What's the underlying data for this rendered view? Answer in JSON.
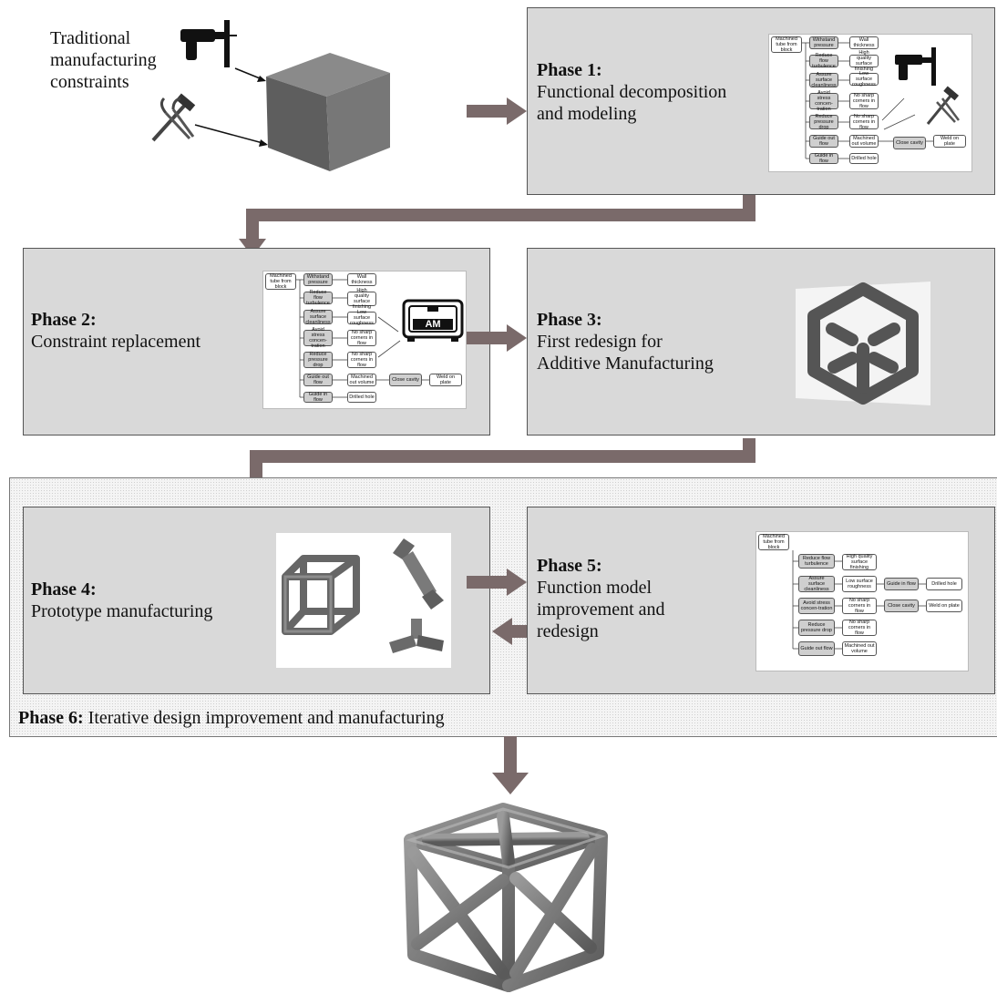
{
  "traditional": {
    "label_line1": "Traditional",
    "label_line2": "manufacturing",
    "label_line3": "constraints"
  },
  "phase1": {
    "title": "Phase 1:",
    "line1": "Functional decomposition",
    "line2": "and modeling"
  },
  "phase2": {
    "title": "Phase 2:",
    "line1": "Constraint replacement"
  },
  "phase3": {
    "title": "Phase 3:",
    "line1": "First redesign for",
    "line2": "Additive Manufacturing"
  },
  "phase4": {
    "title": "Phase 4:",
    "line1": "Prototype manufacturing"
  },
  "phase5": {
    "title": "Phase 5:",
    "line1": "Function model",
    "line2": "improvement and",
    "line3": "redesign"
  },
  "phase6": {
    "title": "Phase 6:",
    "text": " Iterative design improvement and manufacturing"
  },
  "am_badge": "AM",
  "function_model_a": {
    "root": "Machined tube from block",
    "rows": [
      [
        "Withstand pressure",
        "Wall thickness"
      ],
      [
        "Reduce flow turbulence",
        "High quality surface finishing"
      ],
      [
        "Assure surface cleanliness",
        "Low surface roughness"
      ],
      [
        "Avoid stress concen-tration",
        "No sharp corners in flow"
      ],
      [
        "Reduce pressure drop",
        "No sharp corners in flow"
      ],
      [
        "Guide out flow",
        "Machined out volume"
      ],
      [
        "Guide in flow",
        "Drilled hole"
      ]
    ],
    "close_cavity": "Close cavity",
    "weld": "Weld on plate"
  },
  "function_model_b": {
    "root": "Machined tube from block",
    "rows": [
      [
        "Reduce flow turbulence",
        "High quality surface finishing"
      ],
      [
        "Assure surface cleanliness",
        "Low surface roughness"
      ],
      [
        "Avoid stress concen-tration",
        "No sharp corners in flow"
      ],
      [
        "Reduce pressure drop",
        "No sharp corners in flow"
      ],
      [
        "Guide out flow",
        "Machined out volume"
      ]
    ],
    "guide_in": "Guide in flow",
    "drilled": "Drilled hole",
    "close_cavity": "Close cavity",
    "weld": "Weld on plate"
  },
  "colors": {
    "panel": "#d9d9d9",
    "arrow": "#7a6a6a",
    "frame": "#777777",
    "solid": "#6e6e6e"
  }
}
